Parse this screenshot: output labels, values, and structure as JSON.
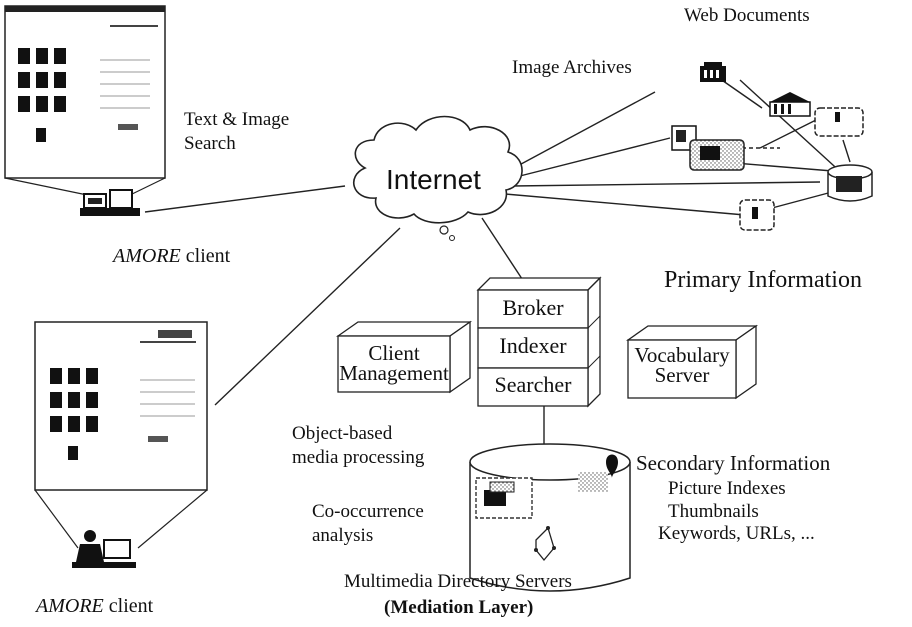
{
  "labels": {
    "web_documents": "Web Documents",
    "image_archives": "Image Archives",
    "text_image_search_line1": "Text & Image",
    "text_image_search_line2": "Search",
    "internet": "Internet",
    "client_label_top_name": "AMORE",
    "client_label_top_suffix": " client",
    "client_label_bottom_name": "AMORE",
    "client_label_bottom_suffix": " client",
    "primary_information": "Primary Information",
    "broker": "Broker",
    "indexer": "Indexer",
    "searcher": "Searcher",
    "client_management_line1": "Client",
    "client_management_line2": "Management",
    "vocabulary_server_line1": "Vocabulary",
    "vocabulary_server_line2": "Server",
    "object_based_line1": "Object-based",
    "object_based_line2": "media processing",
    "secondary_information": "Secondary Information",
    "picture_indexes": "Picture Indexes",
    "thumbnails": "Thumbnails",
    "keywords_urls": "Keywords, URLs, ...",
    "cooccurrence_line1": "Co-occurrence",
    "cooccurrence_line2": "analysis",
    "multimedia_directory_servers": "Multimedia Directory Servers",
    "mediation_layer": "(Mediation Layer)"
  },
  "icons": [
    "client-screen-icon",
    "workstation-icon",
    "user-at-computer-icon",
    "cloud-icon",
    "archive-building-icon",
    "database-cylinder-icon"
  ]
}
